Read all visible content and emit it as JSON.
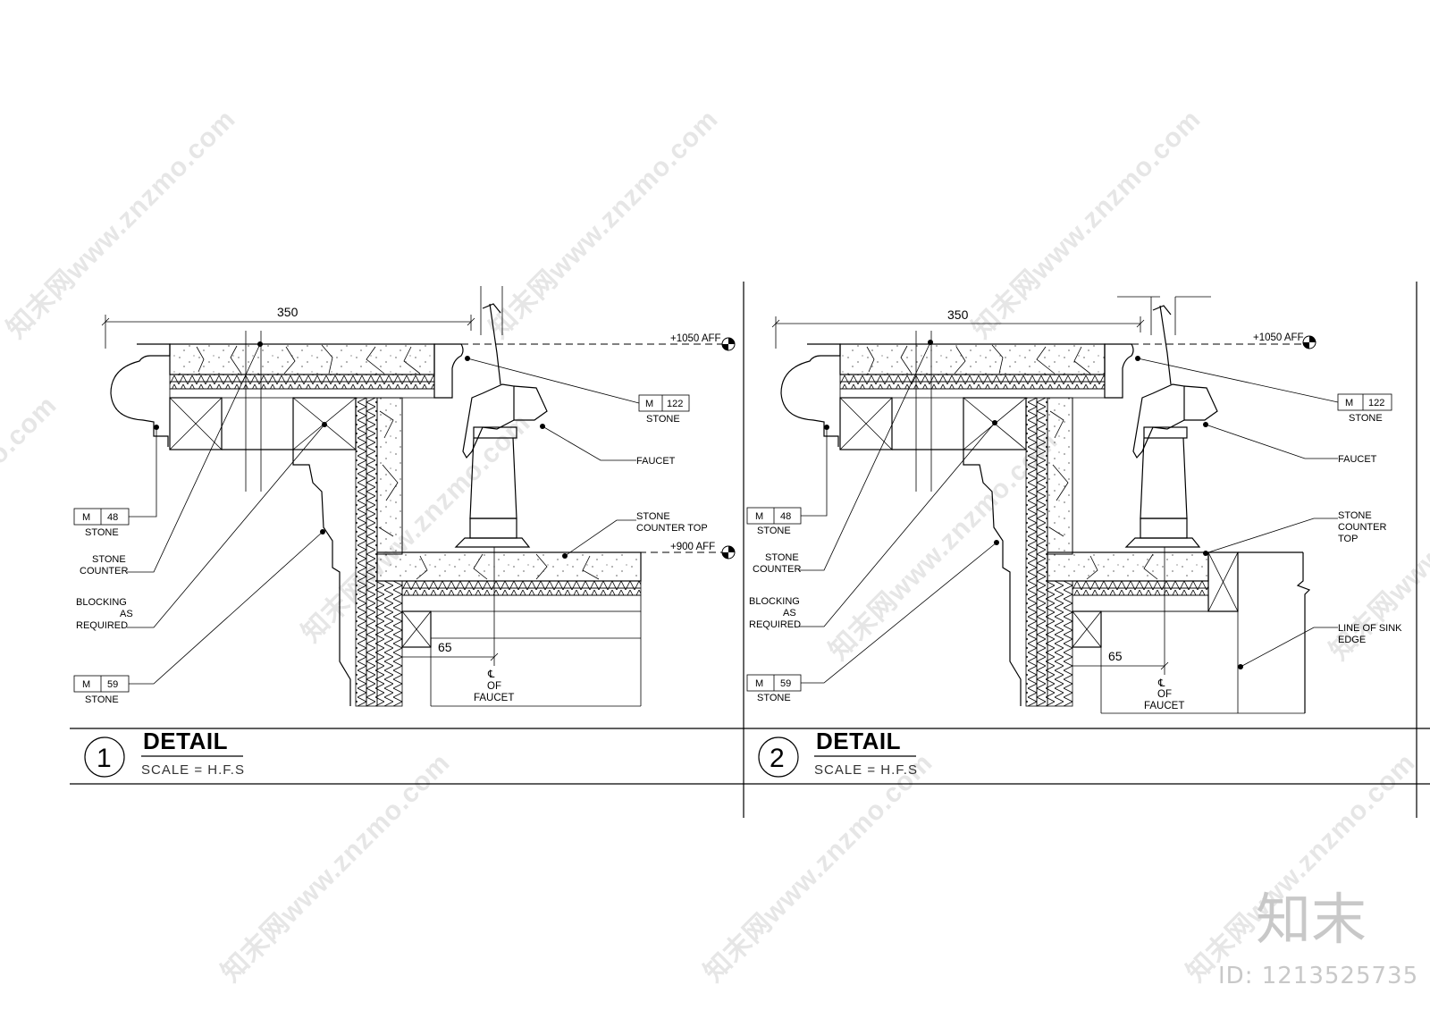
{
  "watermark": {
    "site": "知末网www.znzmo.com",
    "brand": "知末",
    "image_id": "ID: 1213525735"
  },
  "details": [
    {
      "number": "1",
      "title": "DETAIL",
      "scale": "SCALE = H.F.S",
      "dim_width": "350",
      "dim_offset": "65",
      "elev_top": "+1050 AFF",
      "elev_counter": "+900 AFF",
      "tag_top": {
        "code": "M",
        "num": "122",
        "label": "STONE"
      },
      "tag_mid": {
        "code": "M",
        "num": "48",
        "label": "STONE"
      },
      "tag_low": {
        "code": "M",
        "num": "59",
        "label": "STONE"
      },
      "faucet": "FAUCET",
      "counter_top_1": "STONE",
      "counter_top_2": "COUNTER TOP",
      "stone_counter_1": "STONE",
      "stone_counter_2": "COUNTER",
      "blocking_1": "BLOCKING",
      "blocking_2": "AS",
      "blocking_3": "REQUIRED",
      "cl": "℄",
      "of": "OF",
      "of_faucet": "FAUCET"
    },
    {
      "number": "2",
      "title": "DETAIL",
      "scale": "SCALE = H.F.S",
      "dim_width": "350",
      "dim_offset": "65",
      "elev_top": "+1050 AFF",
      "tag_top": {
        "code": "M",
        "num": "122",
        "label": "STONE"
      },
      "tag_mid": {
        "code": "M",
        "num": "48",
        "label": "STONE"
      },
      "tag_low": {
        "code": "M",
        "num": "59",
        "label": "STONE"
      },
      "faucet": "FAUCET",
      "counter_top_1": "STONE",
      "counter_top_2": "COUNTER",
      "counter_top_3": "TOP",
      "stone_counter_1": "STONE",
      "stone_counter_2": "COUNTER",
      "blocking_1": "BLOCKING",
      "blocking_2": "AS",
      "blocking_3": "REQUIRED",
      "sink_1": "LINE OF SINK",
      "sink_2": "EDGE",
      "cl": "℄",
      "of": "OF",
      "of_faucet": "FAUCET"
    }
  ]
}
